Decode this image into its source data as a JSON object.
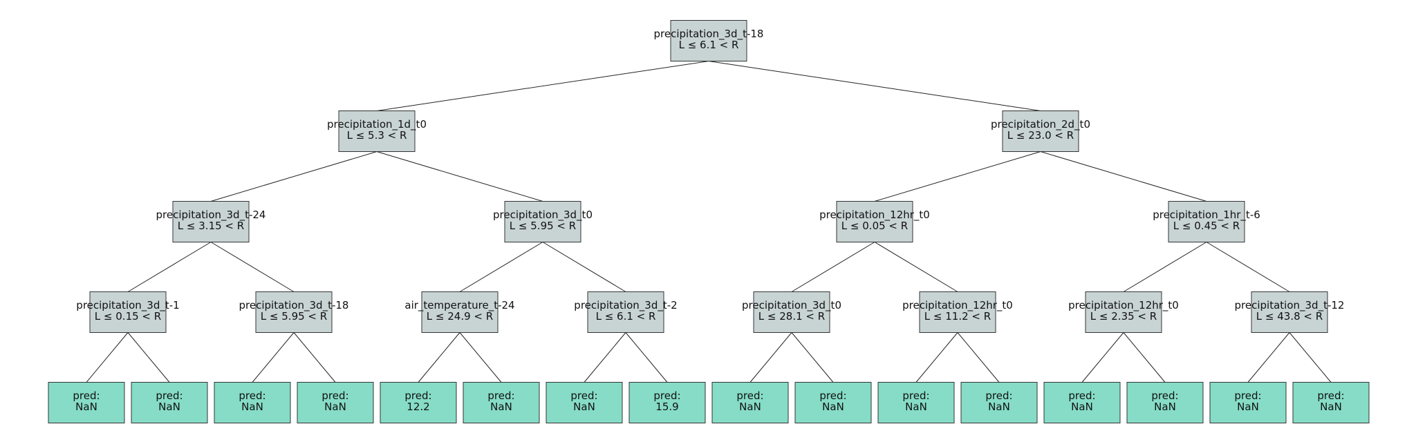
{
  "colors": {
    "split_fill": "#c8d3d4",
    "leaf_fill": "#86dcc6",
    "edge": "#222222",
    "border": "#333333"
  },
  "tree": {
    "feature": "precipitation_3d_t-18",
    "rule": "L ≤ 6.1 < R",
    "children": [
      {
        "feature": "precipitation_1d_t0",
        "rule": "L ≤ 5.3 < R",
        "children": [
          {
            "feature": "precipitation_3d_t-24",
            "rule": "L ≤ 3.15 < R",
            "children": [
              {
                "feature": "precipitation_3d_t-1",
                "rule": "L ≤ 0.15 < R",
                "children": [
                  {
                    "leaf": "pred:",
                    "value": "NaN"
                  },
                  {
                    "leaf": "pred:",
                    "value": "NaN"
                  }
                ]
              },
              {
                "feature": "precipitation_3d_t-18",
                "rule": "L ≤ 5.95 < R",
                "children": [
                  {
                    "leaf": "pred:",
                    "value": "NaN"
                  },
                  {
                    "leaf": "pred:",
                    "value": "NaN"
                  }
                ]
              }
            ]
          },
          {
            "feature": "precipitation_3d_t0",
            "rule": "L ≤ 5.95 < R",
            "children": [
              {
                "feature": "air_temperature_t-24",
                "rule": "L ≤ 24.9 < R",
                "children": [
                  {
                    "leaf": "pred:",
                    "value": "12.2"
                  },
                  {
                    "leaf": "pred:",
                    "value": "NaN"
                  }
                ]
              },
              {
                "feature": "precipitation_3d_t-2",
                "rule": "L ≤ 6.1 < R",
                "children": [
                  {
                    "leaf": "pred:",
                    "value": "NaN"
                  },
                  {
                    "leaf": "pred:",
                    "value": "15.9"
                  }
                ]
              }
            ]
          }
        ]
      },
      {
        "feature": "precipitation_2d_t0",
        "rule": "L ≤ 23.0 < R",
        "children": [
          {
            "feature": "precipitation_12hr_t0",
            "rule": "L ≤ 0.05 < R",
            "children": [
              {
                "feature": "precipitation_3d_t0",
                "rule": "L ≤ 28.1 < R",
                "children": [
                  {
                    "leaf": "pred:",
                    "value": "NaN"
                  },
                  {
                    "leaf": "pred:",
                    "value": "NaN"
                  }
                ]
              },
              {
                "feature": "precipitation_12hr_t0",
                "rule": "L ≤ 11.2 < R",
                "children": [
                  {
                    "leaf": "pred:",
                    "value": "NaN"
                  },
                  {
                    "leaf": "pred:",
                    "value": "NaN"
                  }
                ]
              }
            ]
          },
          {
            "feature": "precipitation_1hr_t-6",
            "rule": "L ≤ 0.45 < R",
            "children": [
              {
                "feature": "precipitation_12hr_t0",
                "rule": "L ≤ 2.35 < R",
                "children": [
                  {
                    "leaf": "pred:",
                    "value": "NaN"
                  },
                  {
                    "leaf": "pred:",
                    "value": "NaN"
                  }
                ]
              },
              {
                "feature": "precipitation_3d_t-12",
                "rule": "L ≤ 43.8 < R",
                "children": [
                  {
                    "leaf": "pred:",
                    "value": "NaN"
                  },
                  {
                    "leaf": "pred:",
                    "value": "NaN"
                  }
                ]
              }
            ]
          }
        ]
      }
    ]
  }
}
